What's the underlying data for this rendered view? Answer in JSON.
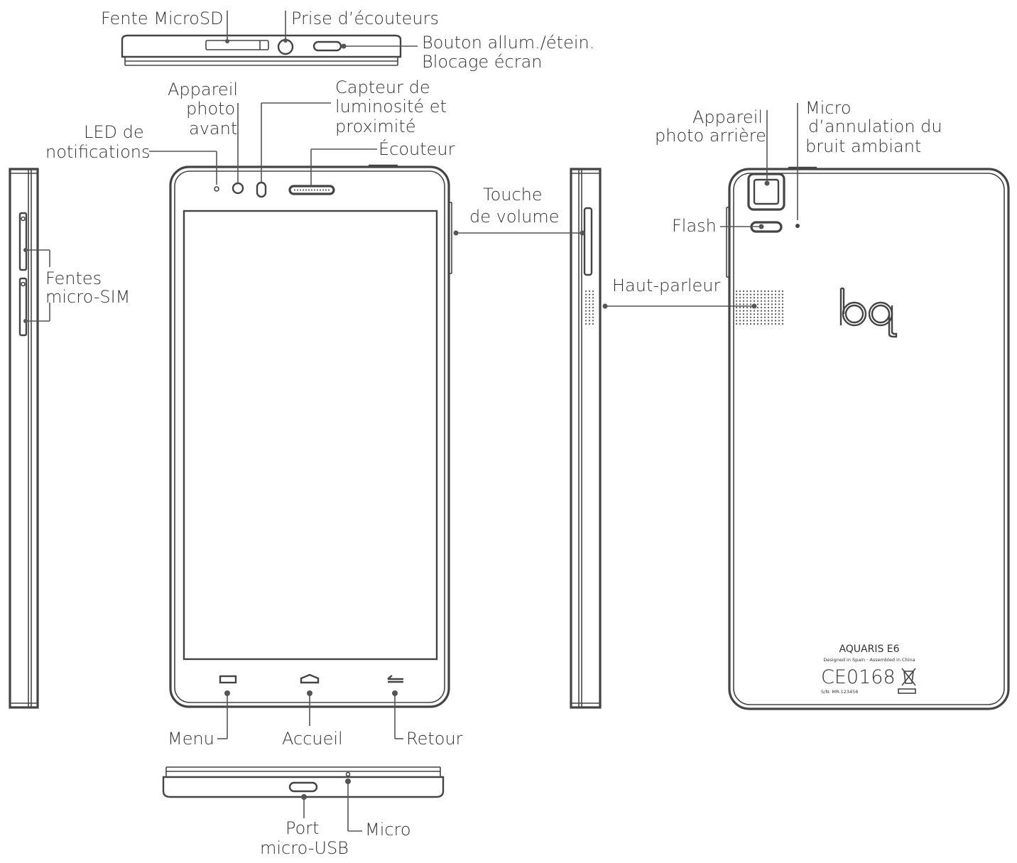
{
  "labels": {
    "microsd_slot": "Fente MicroSD",
    "headphone_jack": "Prise d’écouteurs",
    "power_line1": "Bouton allum./étein.",
    "power_line2": "Blocage écran",
    "front_camera_line1": "Appareil",
    "front_camera_line2": "photo",
    "front_camera_line3": "avant",
    "light_sensor_line1": "Capteur de",
    "light_sensor_line2": "luminosité et",
    "light_sensor_line3": "proximité",
    "led_line1": "LED de",
    "led_line2": "notifications",
    "earpiece": "Écouteur",
    "volume_line1": "Touche",
    "volume_line2": "de volume",
    "rear_camera_line1": "Appareil",
    "rear_camera_line2": "photo arrière",
    "noise_mic_line1": "Micro",
    "noise_mic_line2": "d’annulation du",
    "noise_mic_line3": "bruit ambiant",
    "flash": "Flash",
    "speaker": "Haut-parleur",
    "sim_line1": "Fentes",
    "sim_line2": "micro-SIM",
    "menu": "Menu",
    "home": "Accueil",
    "back": "Retour",
    "usb_line1": "Port",
    "usb_line2": "micro-USB",
    "mic": "Micro"
  },
  "back_panel": {
    "brand_logo": "bq",
    "model": "AQUARIS E6",
    "origin": "Designed in Spain · Assembled in China",
    "certification": "CE0168",
    "serial": "S/N: MR-123456"
  },
  "icons": {
    "menu": "menu-icon",
    "home": "home-icon",
    "back": "back-arrow-icon",
    "weee": "crossed-bin-icon"
  },
  "colors": {
    "line": "#444444",
    "text": "#333333",
    "background": "#ffffff"
  }
}
